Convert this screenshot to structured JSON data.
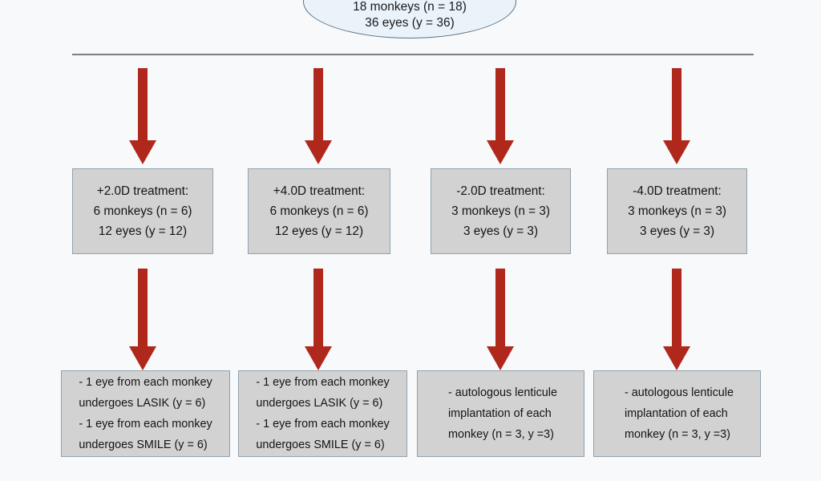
{
  "diagram": {
    "title": "Monkey refractive surgery study allocation flowchart",
    "background_color": "#f7f9fb",
    "arrow_color": "#b0271c",
    "box_fill_color": "#d2d2d2",
    "box_border_color": "#90a2b0",
    "ellipse_fill_color": "#eaf3fa",
    "ellipse_border_color": "#5f7180",
    "connector_line_color": "#7b7f85"
  },
  "root": {
    "text": "18 monkeys (n = 18)\n36 eyes (y = 36)",
    "line1": "18 monkeys (n = 18)",
    "line2": "36 eyes (y = 36)"
  },
  "treatment_groups": [
    {
      "id": "plus-2d",
      "text": "+2.0D treatment:\n6 monkeys (n = 6)\n12 eyes (y = 12)",
      "treatment": "+2.0D treatment:",
      "monkeys": "6 monkeys (n = 6)",
      "eyes": "12 eyes (y = 12)"
    },
    {
      "id": "plus-4d",
      "text": "+4.0D treatment:\n6 monkeys (n = 6)\n12 eyes (y = 12)",
      "treatment": "+4.0D treatment:",
      "monkeys": "6 monkeys (n = 6)",
      "eyes": "12 eyes (y = 12)"
    },
    {
      "id": "minus-2d",
      "text": "-2.0D treatment:\n3 monkeys (n = 3)\n3 eyes (y = 3)",
      "treatment": "-2.0D treatment:",
      "monkeys": "3 monkeys (n = 3)",
      "eyes": "3 eyes (y = 3)"
    },
    {
      "id": "minus-4d",
      "text": "-4.0D treatment:\n3 monkeys (n = 3)\n3 eyes (y = 3)",
      "treatment": "-4.0D treatment:",
      "monkeys": "3 monkeys (n = 3)",
      "eyes": "3 eyes (y = 3)"
    }
  ],
  "procedures": [
    {
      "id": "lasik-smile-plus-2d",
      "text": "- 1 eye from each monkey\nundergoes LASIK (y = 6)\n- 1 eye from each monkey\nundergoes SMILE (y = 6)"
    },
    {
      "id": "lasik-smile-plus-4d",
      "text": "- 1 eye from each monkey\nundergoes LASIK (y = 6)\n- 1 eye from each monkey\nundergoes SMILE (y = 6)"
    },
    {
      "id": "lenticule-minus-2d",
      "text": "- autologous lenticule\nimplantation of each\nmonkey (n = 3, y =3)"
    },
    {
      "id": "lenticule-minus-4d",
      "text": "- autologous lenticule\nimplantation of each\nmonkey (n = 3, y =3)"
    }
  ]
}
